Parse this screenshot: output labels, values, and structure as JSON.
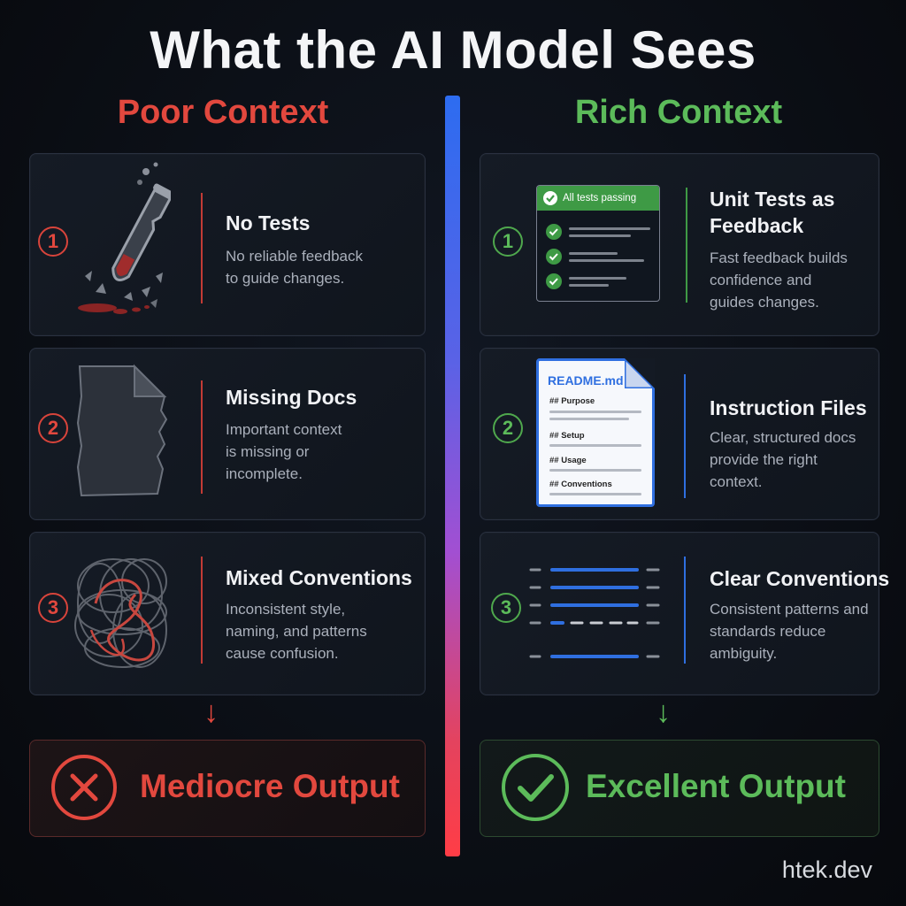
{
  "title": "What the AI Model Sees",
  "columns": {
    "poor": {
      "heading": "Poor Context",
      "items": [
        {
          "number": "1",
          "title": "No Tests",
          "desc_lines": [
            "No reliable feedback",
            "to guide changes."
          ],
          "icon": "broken-test-tube-icon"
        },
        {
          "number": "2",
          "title": "Missing Docs",
          "desc_lines": [
            "Important context",
            "is missing or",
            "incomplete."
          ],
          "icon": "torn-document-icon"
        },
        {
          "number": "3",
          "title": "Mixed Conventions",
          "desc_lines": [
            "Inconsistent style,",
            "naming, and patterns",
            "cause confusion."
          ],
          "icon": "tangled-lines-icon"
        }
      ],
      "output": "Mediocre Output",
      "arrow": "↓"
    },
    "rich": {
      "heading": "Rich Context",
      "items": [
        {
          "number": "1",
          "title_lines": [
            "Unit Tests as",
            "Feedback"
          ],
          "desc_lines": [
            "Fast feedback builds",
            "confidence and",
            "guides changes."
          ],
          "icon": "passing-tests-icon"
        },
        {
          "number": "2",
          "title": "Instruction Files",
          "desc_lines": [
            "Clear, structured docs",
            "provide the right",
            "context."
          ],
          "icon": "readme-document-icon"
        },
        {
          "number": "3",
          "title": "Clear Conventions",
          "desc_lines": [
            "Consistent patterns and",
            "standards reduce",
            "ambiguity."
          ],
          "icon": "aligned-lines-icon"
        }
      ],
      "output": "Excellent Output",
      "arrow": "↓"
    }
  },
  "tests_panel": {
    "header": "All tests passing"
  },
  "readme": {
    "filename": "README.md",
    "sections": [
      "## Purpose",
      "## Setup",
      "## Usage",
      "## Conventions"
    ]
  },
  "brand": "htek.dev",
  "colors": {
    "poor": "#e2483e",
    "rich": "#5cbb5a",
    "accent_blue": "#2f6fe0"
  }
}
